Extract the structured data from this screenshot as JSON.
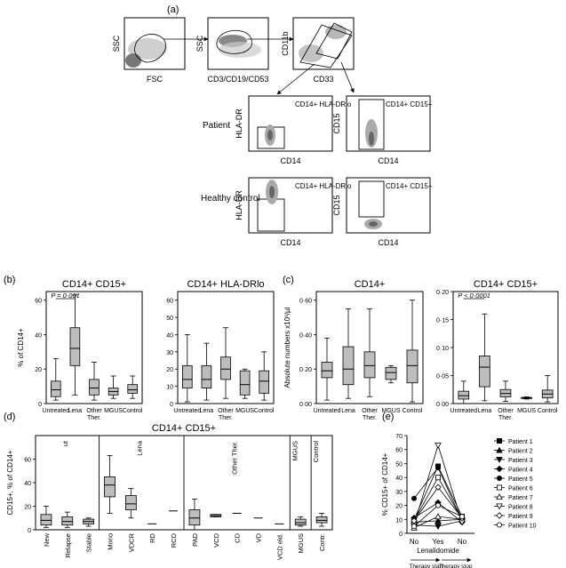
{
  "panel_labels": {
    "a": "(a)",
    "b": "(b)",
    "c": "(c)",
    "d": "(d)",
    "e": "(e)"
  },
  "flow": {
    "plots": [
      {
        "xlabel": "FSC",
        "ylabel": "SSC"
      },
      {
        "xlabel": "CD3/CD19/CD53",
        "ylabel": "SSC"
      },
      {
        "xlabel": "CD33",
        "ylabel": "CD11b"
      },
      {
        "xlabel": "CD14",
        "ylabel": "HLA-DR",
        "gate": "CD14+ HLA-DRlo"
      },
      {
        "xlabel": "CD14",
        "ylabel": "CD15",
        "gate": "CD14+ CD15+"
      },
      {
        "xlabel": "CD14",
        "ylabel": "HLA-DR",
        "gate": "CD14+ HLA-DRlo"
      },
      {
        "xlabel": "CD14",
        "ylabel": "CD15",
        "gate": "CD14+ CD15+"
      }
    ],
    "row_labels": [
      "Patient",
      "Healthy control"
    ]
  },
  "chart_data": [
    {
      "type": "box",
      "id": "b1",
      "title": "CD14+ CD15+",
      "ylabel": "% of CD14+",
      "ylim": [
        0,
        65
      ],
      "yticks": [
        0,
        20,
        40,
        60
      ],
      "categories": [
        "Untreated",
        "Lena",
        "Other Ther.",
        "MGUS",
        "Control"
      ],
      "boxes": [
        {
          "min": 2,
          "q1": 4,
          "median": 8,
          "q3": 13,
          "max": 26
        },
        {
          "min": 5,
          "q1": 22,
          "median": 32,
          "q3": 44,
          "max": 63
        },
        {
          "min": 2,
          "q1": 5,
          "median": 9,
          "q3": 14,
          "max": 24
        },
        {
          "min": 3,
          "q1": 5,
          "median": 7,
          "q3": 9,
          "max": 16
        },
        {
          "min": 3,
          "q1": 6,
          "median": 8,
          "q3": 11,
          "max": 16
        }
      ],
      "annotation": "P = 0·001"
    },
    {
      "type": "box",
      "id": "b2",
      "title": "CD14+ HLA-DRlo",
      "ylabel": "",
      "ylim": [
        0,
        65
      ],
      "yticks": [
        0,
        10,
        20,
        30,
        40,
        50,
        60
      ],
      "categories": [
        "Untreated",
        "Lena",
        "Other Ther.",
        "MGUS",
        "Control"
      ],
      "boxes": [
        {
          "min": 1,
          "q1": 9,
          "median": 14,
          "q3": 22,
          "max": 40
        },
        {
          "min": 2,
          "q1": 9,
          "median": 14,
          "q3": 22,
          "max": 35
        },
        {
          "min": 3,
          "q1": 14,
          "median": 20,
          "q3": 27,
          "max": 44
        },
        {
          "min": 3,
          "q1": 5,
          "median": 11,
          "q3": 19,
          "max": 20
        },
        {
          "min": 2,
          "q1": 6,
          "median": 13,
          "q3": 19,
          "max": 30
        }
      ],
      "annotation": ""
    },
    {
      "type": "box",
      "id": "c1",
      "title": "CD14+",
      "ylabel": "Absolute numbers x10³/µl",
      "ylim": [
        0,
        0.65
      ],
      "yticks": [
        0,
        0.2,
        0.4,
        0.6
      ],
      "yticklabels": [
        "0·00",
        "0·20",
        "0·40",
        "0·60"
      ],
      "categories": [
        "Untreated",
        "Lena",
        "Other Ther.",
        "MGUS",
        "Control"
      ],
      "boxes": [
        {
          "min": 0.02,
          "q1": 0.15,
          "median": 0.19,
          "q3": 0.24,
          "max": 0.38
        },
        {
          "min": 0.03,
          "q1": 0.11,
          "median": 0.2,
          "q3": 0.33,
          "max": 0.55
        },
        {
          "min": 0.04,
          "q1": 0.15,
          "median": 0.22,
          "q3": 0.3,
          "max": 0.55
        },
        {
          "min": 0.12,
          "q1": 0.14,
          "median": 0.18,
          "q3": 0.21,
          "max": 0.22
        },
        {
          "min": 0.01,
          "q1": 0.12,
          "median": 0.22,
          "q3": 0.31,
          "max": 0.6
        }
      ],
      "annotation": ""
    },
    {
      "type": "box",
      "id": "c2",
      "title": "CD14+ CD15+",
      "ylabel": "",
      "ylim": [
        0,
        0.2
      ],
      "yticks": [
        0,
        0.05,
        0.1,
        0.15,
        0.2
      ],
      "yticklabels": [
        "0·00",
        "0·05",
        "0·10",
        "0·15",
        "0·20"
      ],
      "categories": [
        "Untreated",
        "Lena",
        "Other Ther.",
        "MGUS",
        "Control"
      ],
      "boxes": [
        {
          "min": 0,
          "q1": 0.008,
          "median": 0.014,
          "q3": 0.022,
          "max": 0.04
        },
        {
          "min": 0.005,
          "q1": 0.03,
          "median": 0.065,
          "q3": 0.085,
          "max": 0.16
        },
        {
          "min": 0.004,
          "q1": 0.012,
          "median": 0.018,
          "q3": 0.025,
          "max": 0.04
        },
        {
          "min": 0.008,
          "q1": 0.009,
          "median": 0.01,
          "q3": 0.011,
          "max": 0.012
        },
        {
          "min": 0.003,
          "q1": 0.01,
          "median": 0.017,
          "q3": 0.024,
          "max": 0.05
        }
      ],
      "annotation": "P < 0·0001"
    },
    {
      "type": "box",
      "id": "d",
      "title": "CD14+ CD15+",
      "ylabel": "CD15+, % of CD14+",
      "ylim": [
        0,
        80
      ],
      "yticks": [
        0,
        20,
        40,
        60
      ],
      "categories": [
        "New",
        "Relapse",
        "Stable",
        "Mono",
        "VDCR",
        "RD",
        "RCD",
        "PAD",
        "VCD",
        "CD",
        "VD",
        "VCD eld.",
        "MGUS",
        "Contr."
      ],
      "boxes": [
        {
          "min": 2,
          "q1": 4,
          "median": 8,
          "q3": 13,
          "max": 20
        },
        {
          "min": 2,
          "q1": 4,
          "median": 7,
          "q3": 11,
          "max": 15
        },
        {
          "min": 3,
          "q1": 5,
          "median": 7,
          "q3": 9,
          "max": 10
        },
        {
          "min": 14,
          "q1": 28,
          "median": 38,
          "q3": 45,
          "max": 63
        },
        {
          "min": 10,
          "q1": 17,
          "median": 22,
          "q3": 29,
          "max": 35
        },
        {
          "value": 5
        },
        {
          "value": 16
        },
        {
          "min": 0,
          "q1": 4,
          "median": 10,
          "q3": 17,
          "max": 26
        },
        {
          "min": 11,
          "q1": 11,
          "median": 12,
          "q3": 13,
          "max": 13
        },
        {
          "value": 14
        },
        {
          "value": 10
        },
        {
          "value": 5
        },
        {
          "min": 3,
          "q1": 4,
          "median": 6,
          "q3": 9,
          "max": 11
        },
        {
          "min": 3,
          "q1": 6,
          "median": 8,
          "q3": 11,
          "max": 14
        }
      ],
      "group_labels": [
        "ut",
        "Lena",
        "Other Ther.",
        "MGUS",
        "Control"
      ],
      "annotation": ""
    },
    {
      "type": "line",
      "id": "e",
      "ylabel": "% CD15+ of CD14+",
      "xlabel": "Lenalidomide",
      "categories": [
        "No",
        "Yes",
        "No"
      ],
      "ylim": [
        0,
        70
      ],
      "yticks": [
        0,
        10,
        20,
        30,
        40,
        50,
        60,
        70
      ],
      "series": [
        {
          "name": "Patient 1",
          "marker": "square-filled",
          "values": [
            10,
            48,
            12
          ]
        },
        {
          "name": "Patient 2",
          "marker": "triangle-up-filled",
          "values": [
            8,
            9,
            10
          ]
        },
        {
          "name": "Patient 3",
          "marker": "triangle-down-filled",
          "values": [
            6,
            5,
            9
          ]
        },
        {
          "name": "Patient 4",
          "marker": "diamond-filled",
          "values": [
            11,
            22,
            8
          ]
        },
        {
          "name": "Patient 5",
          "marker": "circle-filled",
          "values": [
            25,
            47,
            9
          ]
        },
        {
          "name": "Patient 6",
          "marker": "square-open",
          "values": [
            9,
            40,
            10
          ]
        },
        {
          "name": "Patient 7",
          "marker": "triangle-up-open",
          "values": [
            4,
            12,
            10
          ]
        },
        {
          "name": "Patient 8",
          "marker": "triangle-down-open",
          "values": [
            6,
            63,
            8
          ]
        },
        {
          "name": "Patient 9",
          "marker": "diamond-open",
          "values": [
            9,
            33,
            11
          ]
        },
        {
          "name": "Patient 10",
          "marker": "circle-open",
          "values": [
            5,
            20,
            12
          ]
        }
      ],
      "arrows": [
        "Therapy start",
        "Therapy stop"
      ]
    }
  ]
}
